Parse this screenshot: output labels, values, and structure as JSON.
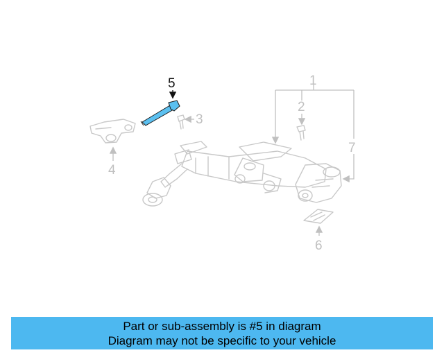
{
  "diagram": {
    "callouts": [
      {
        "label": "1",
        "active": false
      },
      {
        "label": "2",
        "active": false
      },
      {
        "label": "3",
        "active": false
      },
      {
        "label": "4",
        "active": false
      },
      {
        "label": "5",
        "active": true
      },
      {
        "label": "6",
        "active": false
      },
      {
        "label": "7",
        "active": false
      }
    ],
    "highlight_color": "#5bc0f0",
    "callout_color": "#c0c0c0",
    "active_callout_color": "#111111",
    "parts": [
      {
        "id": 1,
        "icon": "steering-column-assembly"
      },
      {
        "id": 2,
        "icon": "bolt"
      },
      {
        "id": 3,
        "icon": "bolt"
      },
      {
        "id": 4,
        "icon": "bracket"
      },
      {
        "id": 5,
        "icon": "long-bolt",
        "highlighted": true
      },
      {
        "id": 6,
        "icon": "plate"
      },
      {
        "id": 7,
        "icon": "lock-housing"
      }
    ]
  },
  "banner": {
    "line1": "Part or sub-assembly is #5 in diagram",
    "line2": "Diagram may not be specific to your vehicle",
    "background": "#4db8f0"
  }
}
